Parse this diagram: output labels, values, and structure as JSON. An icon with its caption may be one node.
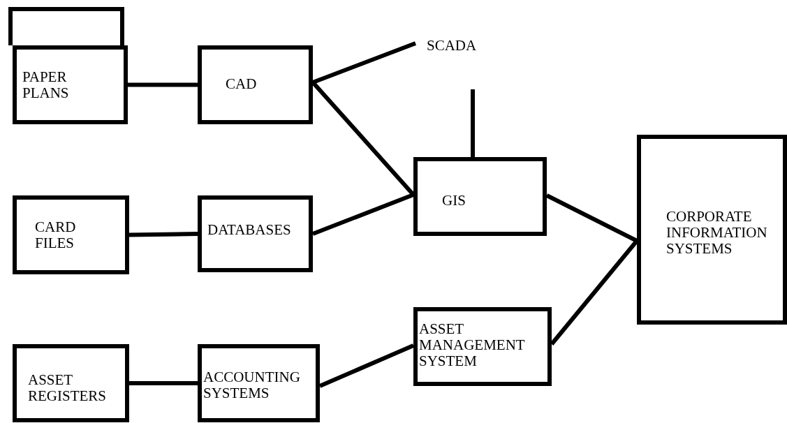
{
  "diagram": {
    "nodes": [
      {
        "text": [],
        "shape": "box"
      },
      {
        "text": [
          "PAPER PLANS"
        ]
      },
      {
        "text": [
          "CAD"
        ]
      },
      {
        "text": [
          "SCADA"
        ]
      },
      {
        "text": [
          "GIS"
        ]
      },
      {
        "text": [
          "CARD FILES"
        ]
      },
      {
        "text": [
          "DATABASES"
        ]
      },
      {
        "text": [
          "CORPORATE INFORMATION SYSTEMS"
        ]
      },
      {
        "text": [
          "ASSET REGISTERS"
        ]
      },
      {
        "text": [
          "ACCOUNTING SYSTEMS"
        ]
      },
      {
        "text": [
          "ASSET MANAGEMENT SYSTEM"
        ]
      }
    ],
    "edges": [
      {
        "from": 1,
        "to": 2,
        "arrow": "none"
      },
      {
        "from": 2,
        "to": 3,
        "arrow": "none"
      },
      {
        "from": 2,
        "to": 4,
        "arrow": "none"
      },
      {
        "from": 4,
        "to": null,
        "arrow": "none"
      },
      {
        "from": 5,
        "to": 6,
        "arrow": "none"
      },
      {
        "from": 6,
        "to": 4,
        "arrow": "none"
      },
      {
        "from": 4,
        "to": 7,
        "arrow": "none"
      },
      {
        "from": 8,
        "to": 9,
        "arrow": "none"
      },
      {
        "from": 9,
        "to": 10,
        "arrow": "none"
      },
      {
        "from": 10,
        "to": 7,
        "arrow": "none"
      }
    ]
  }
}
